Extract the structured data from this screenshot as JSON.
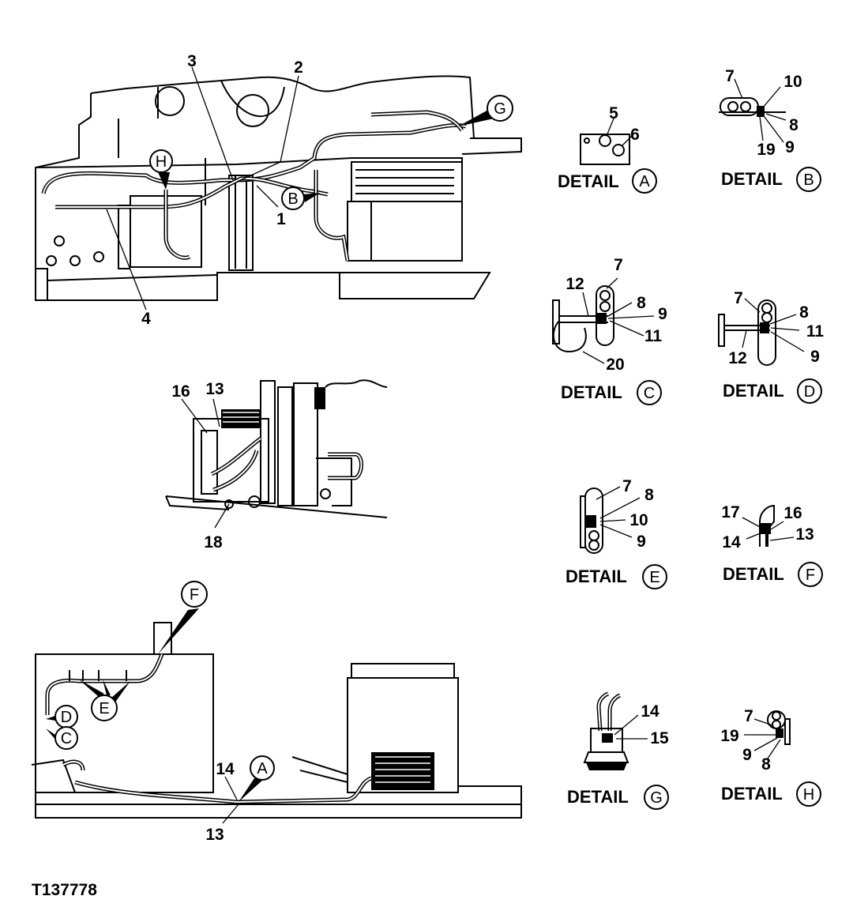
{
  "figure_id": "T137778",
  "detail_word": "DETAIL",
  "details": [
    {
      "letter": "A",
      "callouts": [
        "5",
        "6"
      ]
    },
    {
      "letter": "B",
      "callouts": [
        "7",
        "10",
        "8",
        "19",
        "9"
      ]
    },
    {
      "letter": "C",
      "callouts": [
        "7",
        "12",
        "8",
        "9",
        "11",
        "20"
      ]
    },
    {
      "letter": "D",
      "callouts": [
        "7",
        "8",
        "11",
        "12",
        "9"
      ]
    },
    {
      "letter": "E",
      "callouts": [
        "7",
        "8",
        "10",
        "9"
      ]
    },
    {
      "letter": "F",
      "callouts": [
        "17",
        "16",
        "14",
        "13"
      ]
    },
    {
      "letter": "G",
      "callouts": [
        "14",
        "15"
      ]
    },
    {
      "letter": "H",
      "callouts": [
        "7",
        "19",
        "9",
        "8"
      ]
    }
  ],
  "top_view": {
    "callouts": [
      "3",
      "2",
      "1",
      "4"
    ],
    "markers": [
      "H",
      "B",
      "G"
    ]
  },
  "middle_view": {
    "callouts": [
      "16",
      "13",
      "18"
    ]
  },
  "bottom_view": {
    "callouts": [
      "14",
      "13"
    ],
    "markers": [
      "F",
      "E",
      "D",
      "C",
      "A"
    ]
  }
}
